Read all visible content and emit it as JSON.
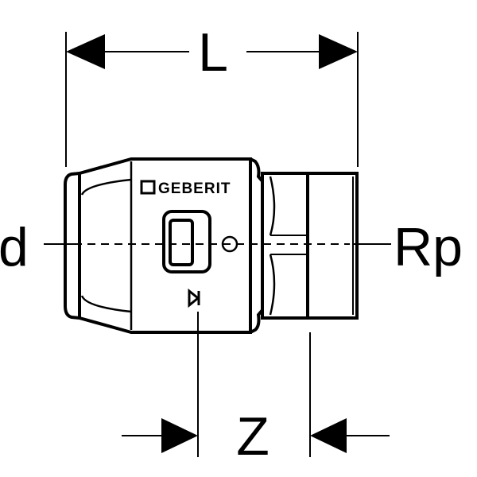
{
  "diagram": {
    "labels": {
      "length": "L",
      "pipe_diameter": "d",
      "thread": "Rp",
      "insertion": "Z"
    },
    "brand_mark": "GEBERIT",
    "colors": {
      "ink": "#000000",
      "paper": "#ffffff"
    }
  }
}
